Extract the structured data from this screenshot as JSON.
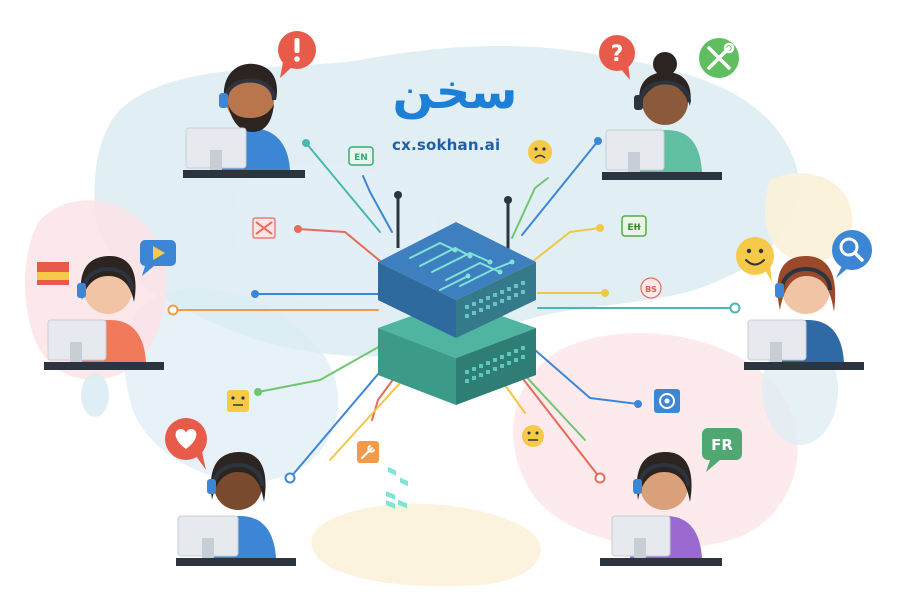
{
  "brand": {
    "domain_text": "cx.sokhan.ai",
    "logo_script_text": "سخن",
    "logo_color": "#1e7fd6"
  },
  "badges": {
    "en": "EN",
    "fr": "FR",
    "bs": "BS",
    "eu": "EƗƗ"
  },
  "colors": {
    "blob_blue": "#dcecf3",
    "blob_pink": "#fbe3e6",
    "blob_yellow": "#fbf1d8",
    "server_top": "#3d7fbf",
    "server_side_a": "#2f6a9f",
    "server_side_b": "#357a8a",
    "server_bottom_a": "#3c9a88",
    "server_bottom_b": "#2f7e76",
    "circuit": "#7fe3d5",
    "line_blue": "#3d86d6",
    "line_green": "#6fc66f",
    "line_orange": "#f29a4a",
    "line_red": "#e76a5a",
    "line_yellow": "#f2c744",
    "line_teal": "#48b8b0",
    "desk": "#2c3440",
    "monitor": "#e6e9ee"
  },
  "icons": {
    "exclamation": "exclamation-bubble-icon",
    "question": "question-bubble-icon",
    "tools": "wrench-screwdriver-icon",
    "sad": "sad-face-icon",
    "smile": "smile-face-icon",
    "search": "magnifier-icon",
    "video": "video-play-icon",
    "flag": "flag-icon",
    "heart": "heart-bubble-icon",
    "wrench": "wrench-icon",
    "neutral": "neutral-face-icon",
    "settings": "settings-icon"
  }
}
